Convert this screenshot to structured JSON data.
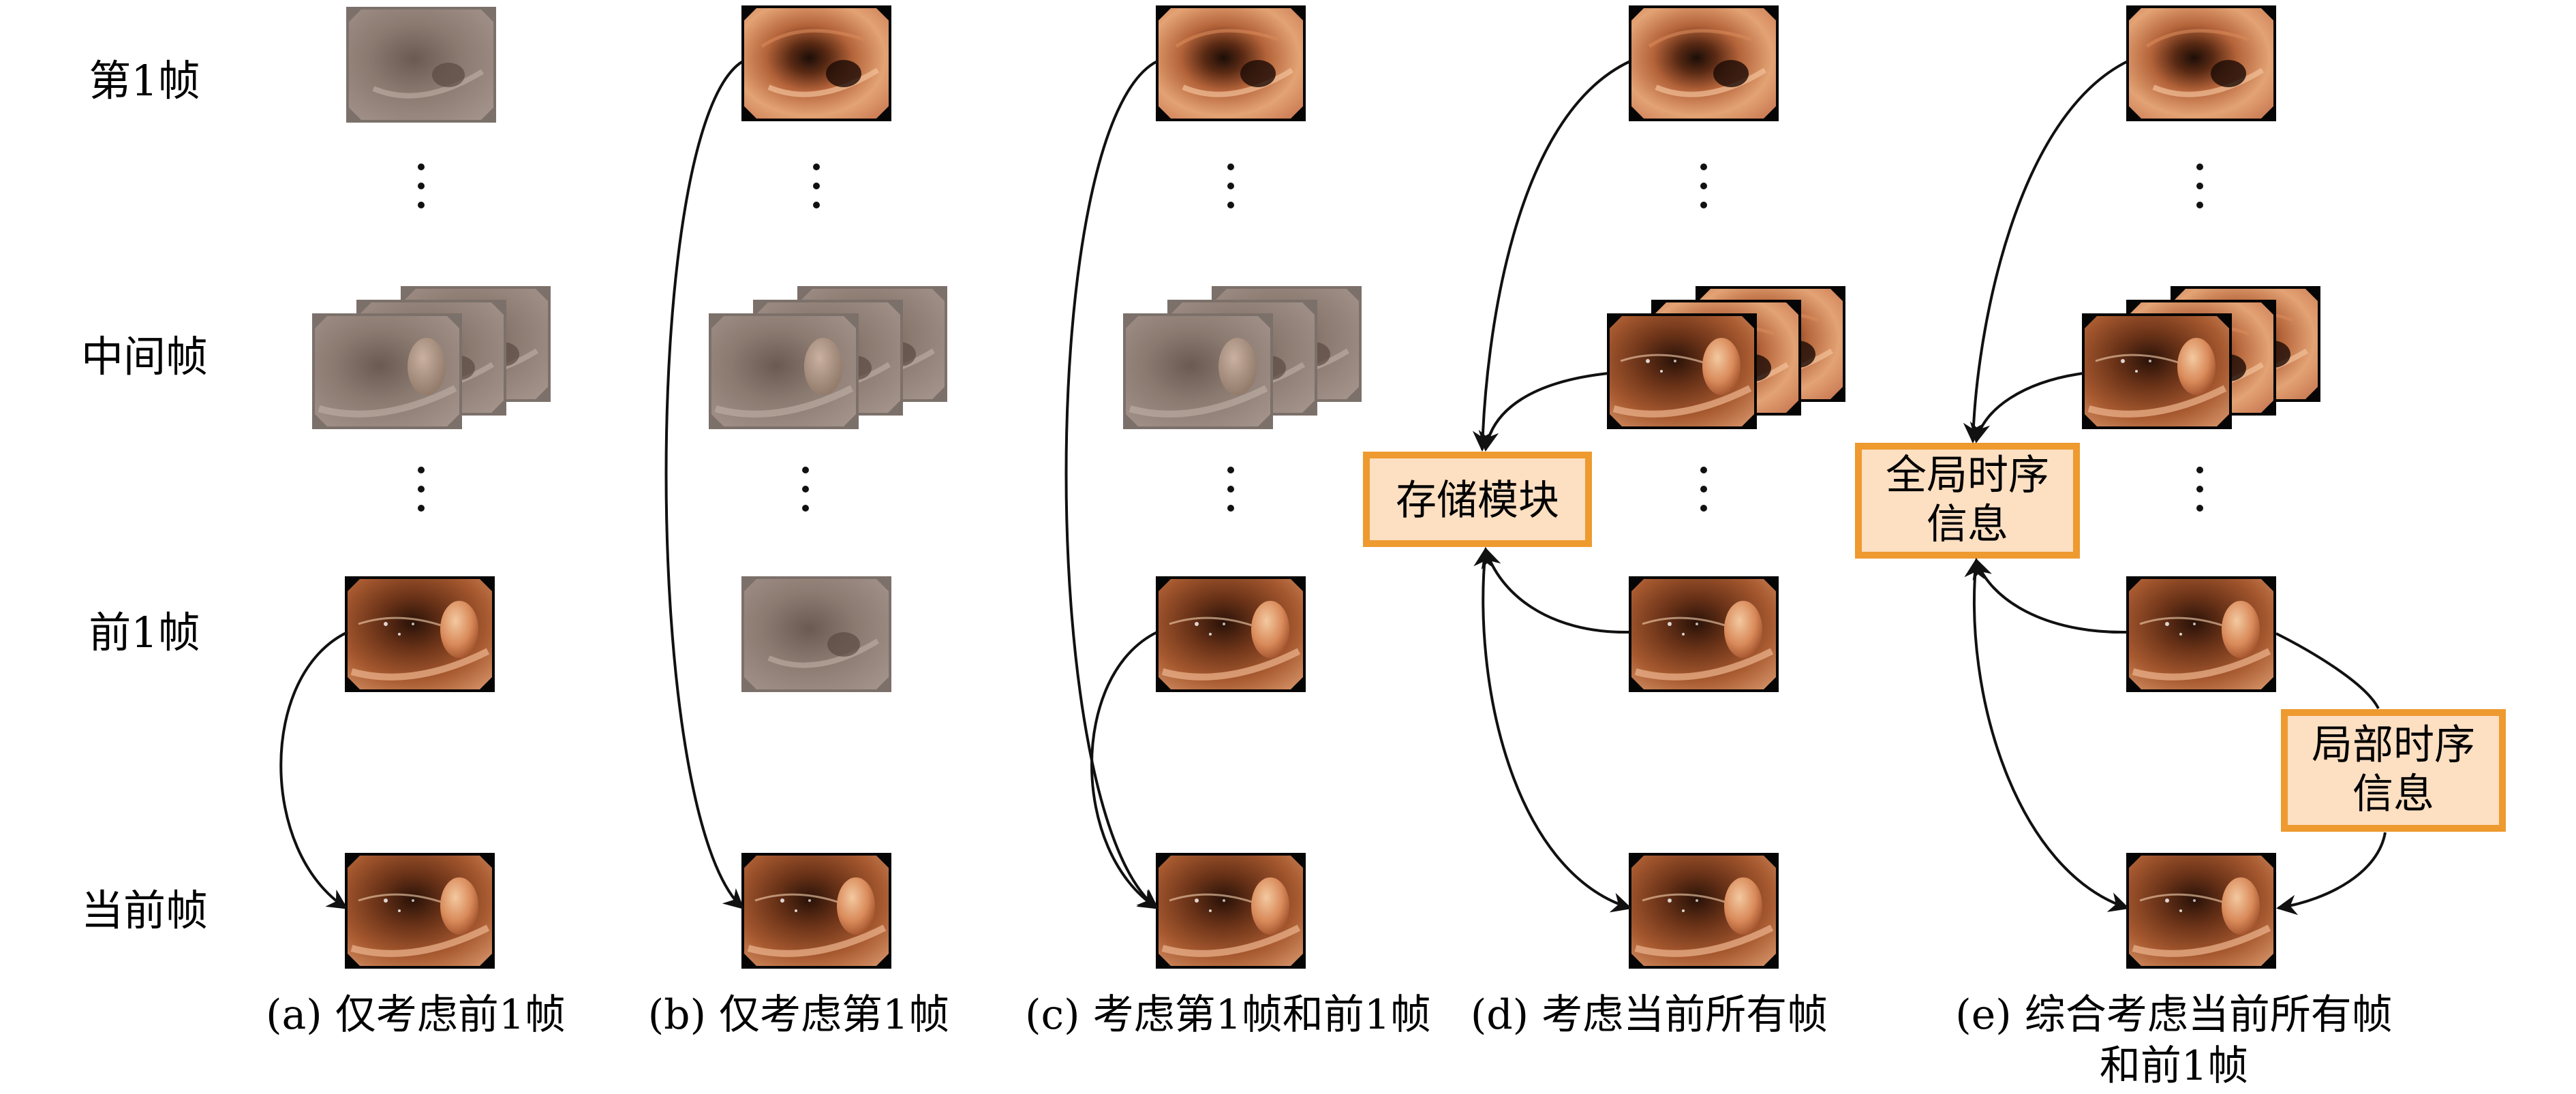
{
  "row_labels": {
    "first": "第1帧",
    "middle": "中间帧",
    "previous": "前1帧",
    "current": "当前帧"
  },
  "captions": {
    "a": "(a) 仅考虑前1帧",
    "b": "(b) 仅考虑第1帧",
    "c": "(c) 考虑第1帧和前1帧",
    "d": "(d) 考虑当前所有帧",
    "e_line1": "(e) 综合考虑当前所有帧",
    "e_line2": "和前1帧"
  },
  "boxes": {
    "memory": "存储模块",
    "global_line1": "全局时序",
    "global_line2": "信息",
    "local_line1": "局部时序",
    "local_line2": "信息"
  },
  "colors": {
    "box_border": "#EE9A2F",
    "box_fill": "#FDDFC2",
    "arrow": "#111111"
  }
}
